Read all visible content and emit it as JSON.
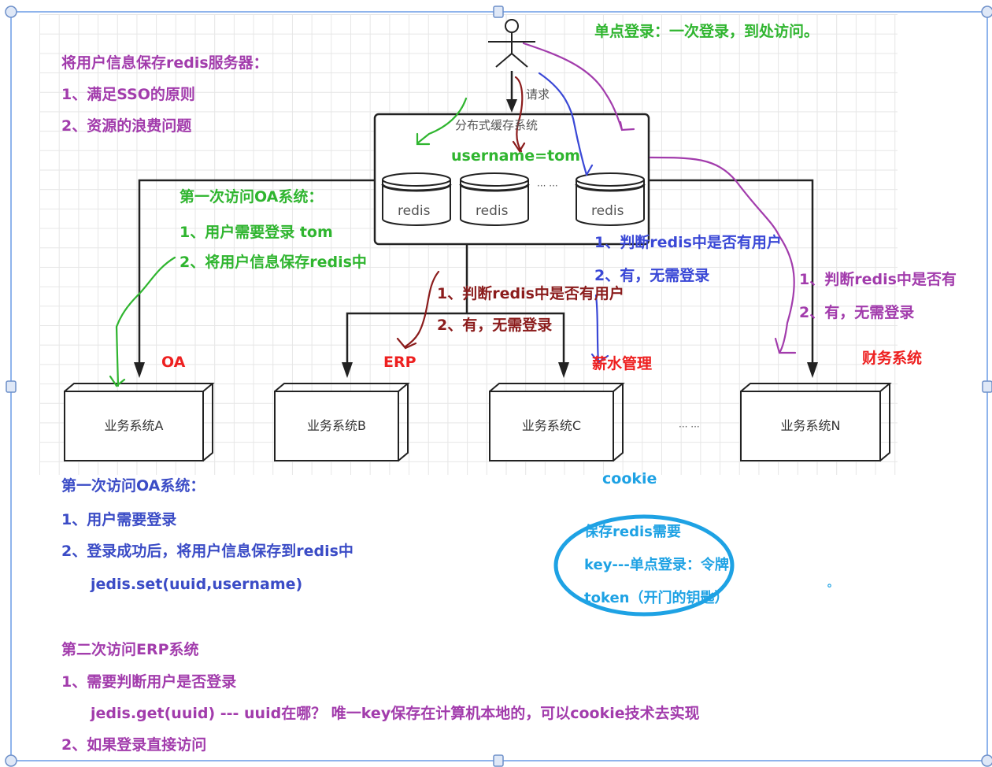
{
  "colors": {
    "purple": "#a23cac",
    "green": "#2fb52f",
    "dark_red": "#8b1c1c",
    "blue": "#3a48d6",
    "red": "#ee2020",
    "cyan": "#1ea2e4",
    "selection": "#7aa7e6"
  },
  "header_note": "单点登录：一次登录，到处访问。",
  "redis_note": {
    "title": "将用户信息保存redis服务器：",
    "items": [
      "1、满足SSO的原则",
      "2、资源的浪费问题"
    ]
  },
  "actor": {
    "request_label": "请求"
  },
  "cache": {
    "title": "分布式缓存系统",
    "entry": "username=tom",
    "nodes": [
      "redis",
      "redis",
      "redis"
    ],
    "ellipsis": "··· ···"
  },
  "first_visit_green": {
    "title": "第一次访问OA系统：",
    "items": [
      "1、用户需要登录 tom",
      "2、将用户信息保存redis中"
    ]
  },
  "erp_check": [
    "1、判断redis中是否有用户",
    "2、有，无需登录"
  ],
  "salary_check": [
    "1、判断redis中是否有用户",
    "2、有，无需登录"
  ],
  "finance_check": [
    "1、判断redis中是否有",
    "2、有，无需登录"
  ],
  "systems": [
    {
      "name": "业务系统A",
      "label": "OA"
    },
    {
      "name": "业务系统B",
      "label": "ERP"
    },
    {
      "name": "业务系统C",
      "label": "薪水管理"
    },
    {
      "name": "业务系统N",
      "label": "财务系统"
    }
  ],
  "systems_ellipsis": "··· ···",
  "first_visit": {
    "title": "第一次访问OA系统：",
    "items": [
      "1、用户需要登录",
      "2、登录成功后，将用户信息保存到redis中"
    ],
    "code": "jedis.set(uuid,username)"
  },
  "cookie_note": {
    "title": "cookie",
    "lines": [
      "保存redis需要",
      "key---单点登录：令牌",
      "token（开门的钥匙）"
    ],
    "dot": "°"
  },
  "second_visit": {
    "title": "第二次访问ERP系统",
    "items": [
      "1、需要判断用户是否登录",
      "2、如果登录直接访问"
    ],
    "code": "jedis.get(uuid) --- uuid在哪？  唯一key保存在计算机本地的，可以cookie技术去实现"
  }
}
